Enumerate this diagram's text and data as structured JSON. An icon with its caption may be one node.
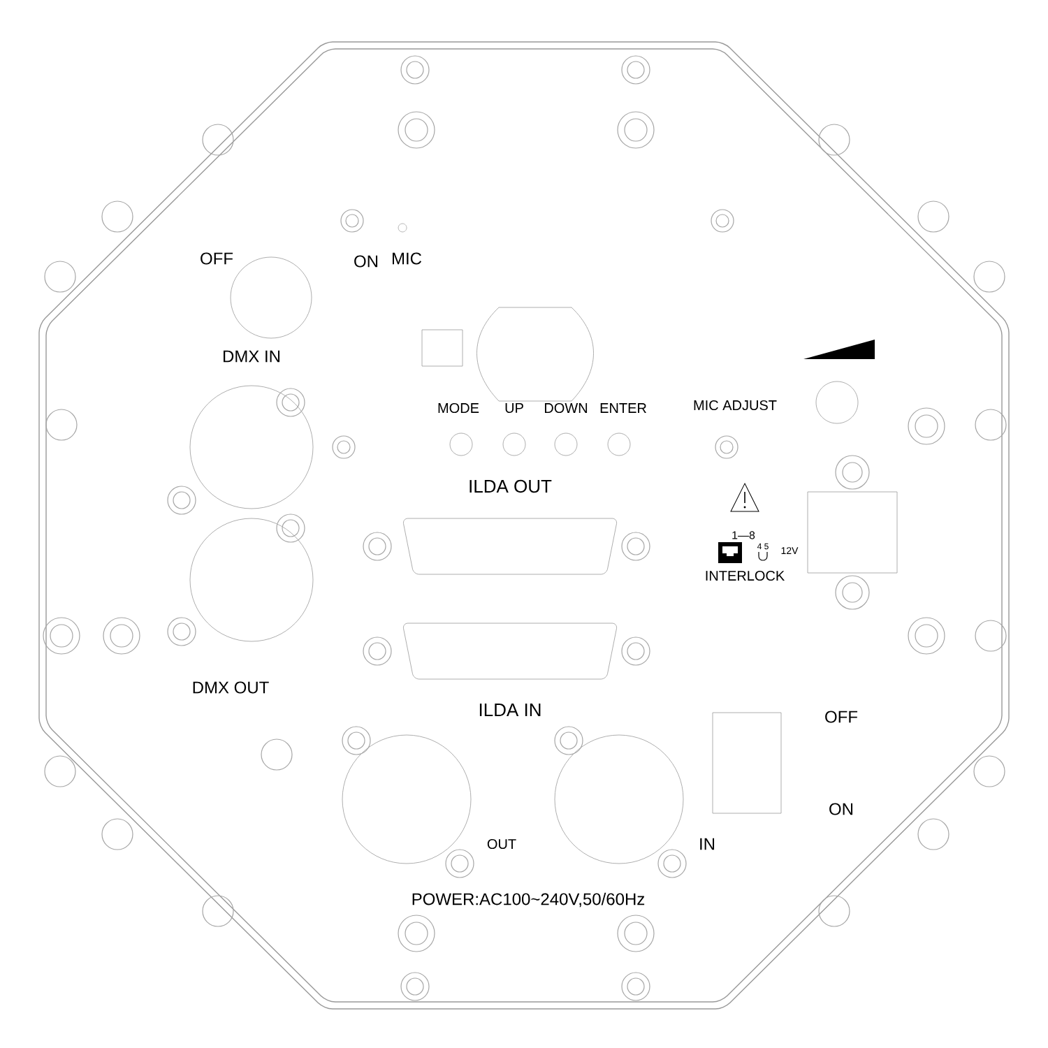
{
  "diagram": {
    "labels": [
      "OFF",
      "ON",
      "MIC",
      "DMX IN",
      "MODE",
      "UP",
      "DOWN",
      "ENTER",
      "MIC ADJUST",
      "ILDA OUT",
      "1—8",
      "4 5",
      "12V",
      "INTERLOCK",
      "DMX OUT",
      "ILDA IN",
      "OFF",
      "ON",
      "OUT",
      "IN",
      "POWER:AC100~240V,50/60Hz"
    ]
  }
}
